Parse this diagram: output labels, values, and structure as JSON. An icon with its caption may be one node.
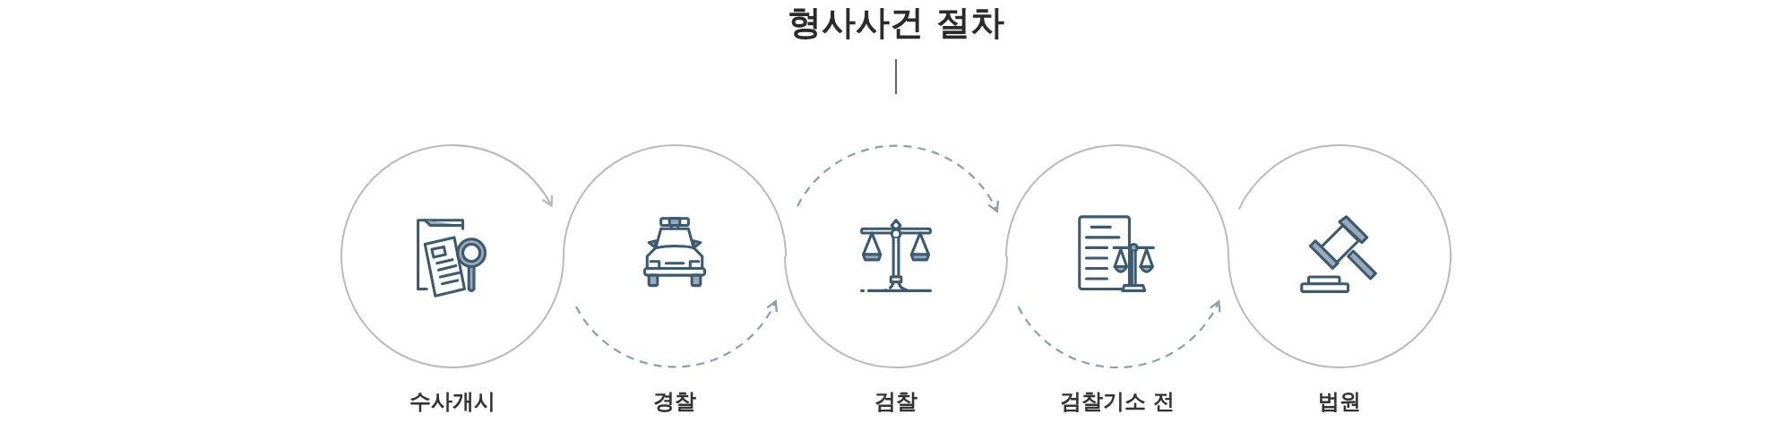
{
  "diagram": {
    "title": "형사사건 절차",
    "nodes": [
      {
        "text": [
          "수사개시"
        ]
      },
      {
        "text": [
          "경찰"
        ]
      },
      {
        "text": [
          "검찰"
        ]
      },
      {
        "text": [
          "검찰기소 전"
        ]
      },
      {
        "text": [
          "법원"
        ]
      }
    ],
    "edges": [
      {
        "from": 0,
        "to": 1,
        "arrow": "to",
        "color": "#bbbbbb"
      },
      {
        "from": 1,
        "to": 2,
        "arrow": "to",
        "style": "dashed"
      },
      {
        "from": 2,
        "to": 3,
        "arrow": "to",
        "style": "dashed"
      },
      {
        "from": 3,
        "to": 4,
        "arrow": "to",
        "style": "dashed"
      }
    ]
  }
}
